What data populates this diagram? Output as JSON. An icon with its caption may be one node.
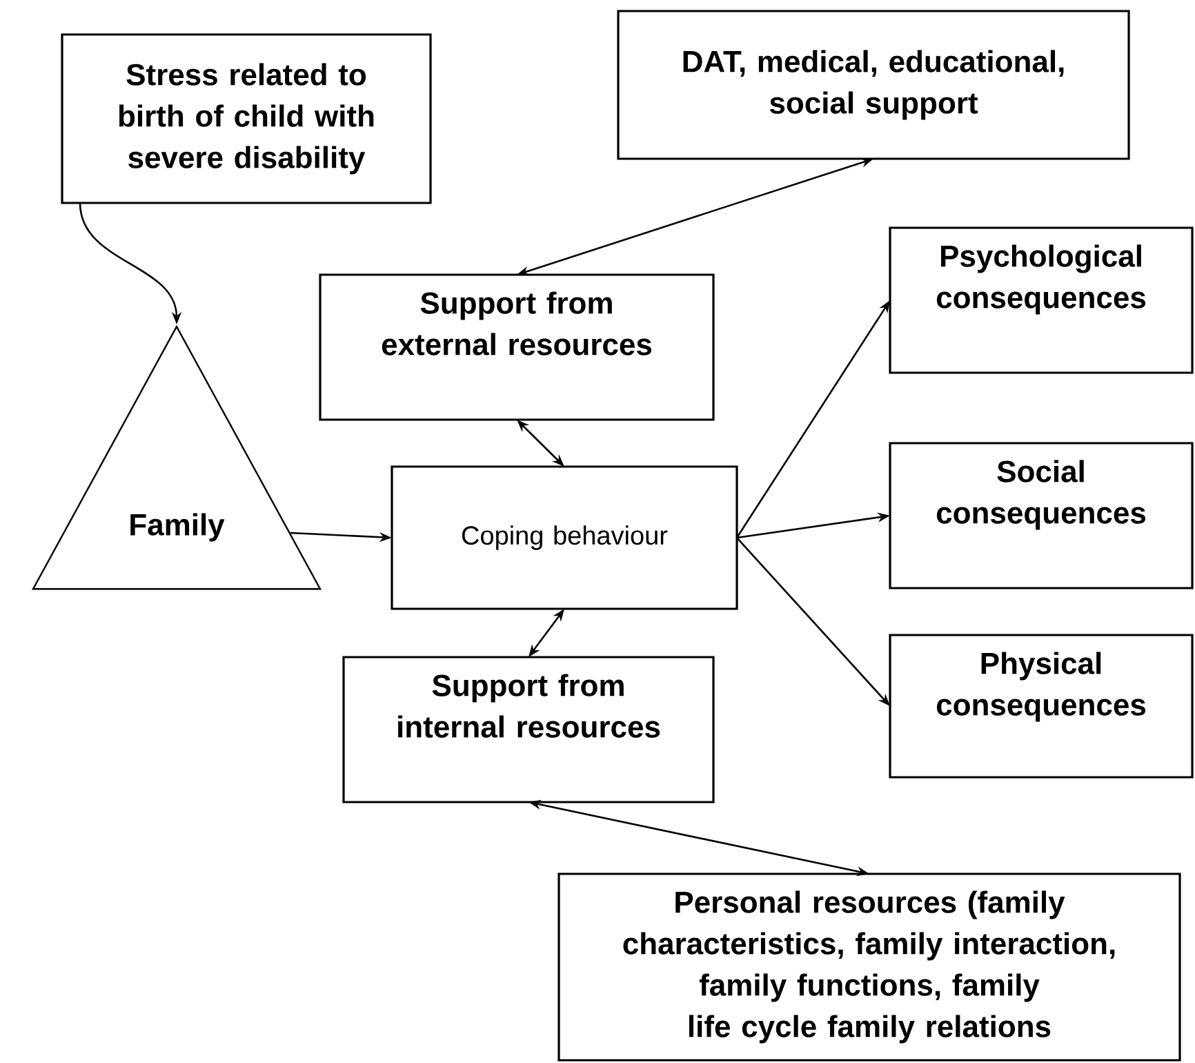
{
  "diagram": {
    "nodes": [
      {
        "text": [
          "Stress related to birth of child with severe disability"
        ]
      },
      {
        "text": [
          "DAT, medical, educational, social support"
        ]
      },
      {
        "text": [
          "Support from external resources"
        ]
      },
      {
        "text": [
          "Psychological consequences"
        ]
      },
      {
        "text": [
          "Family"
        ]
      },
      {
        "text": [
          "Coping behaviour"
        ]
      },
      {
        "text": [
          "Social consequences"
        ]
      },
      {
        "text": [
          "Support from internal resources"
        ]
      },
      {
        "text": [
          "Physical consequences"
        ]
      },
      {
        "text": [
          "Personal resources (family characteristics, family interaction, family functions, family life cycle family relations"
        ]
      }
    ],
    "edges": [
      {
        "from": 0,
        "to": 4,
        "arrow": "to"
      },
      {
        "from": 2,
        "to": 1,
        "arrow": "both"
      },
      {
        "from": 4,
        "to": 5,
        "arrow": "to"
      },
      {
        "from": 2,
        "to": 5,
        "arrow": "both"
      },
      {
        "from": 5,
        "to": 7,
        "arrow": "both"
      },
      {
        "from": 5,
        "to": 3,
        "arrow": "to"
      },
      {
        "from": 5,
        "to": 6,
        "arrow": "to"
      },
      {
        "from": 5,
        "to": 8,
        "arrow": "to"
      },
      {
        "from": 7,
        "to": 9,
        "arrow": "both"
      }
    ]
  }
}
